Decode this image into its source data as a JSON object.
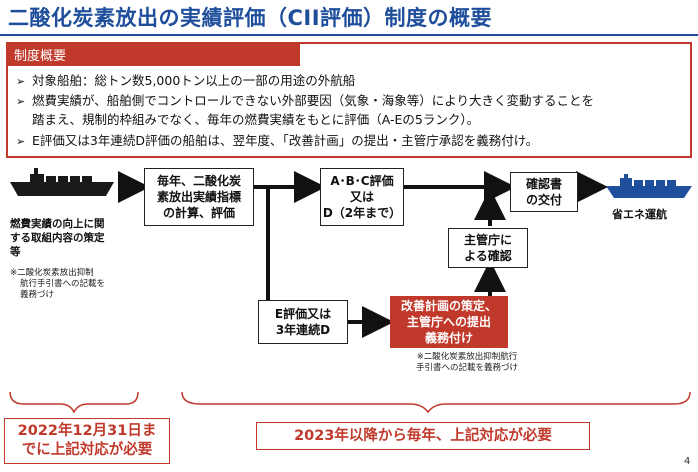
{
  "title": "二酸化炭素放出の実績評価（CII評価）制度の概要",
  "overview": {
    "heading": "制度概要",
    "bullets": [
      "対象船舶：総トン数5,000トン以上の一部の用途の外航船",
      "燃費実績が、船舶側でコントロールできない外部要因（気象・海象等）により大きく変動することを",
      "踏まえ、規制的枠組みでなく、毎年の燃費実績をもとに評価（A-Eの5ランク）。",
      "E評価又は3年連続D評価の船舶は、翌年度、「改善計画」の提出・主管庁承認を義務付け。"
    ]
  },
  "flow": {
    "left_label": [
      "燃費実績の向上に関",
      "する取組内容の策定",
      "等"
    ],
    "left_note": [
      "※二酸化炭素放出抑制",
      "航行手引書への記載を",
      "義務づけ"
    ],
    "calc_box": [
      "毎年、二酸化炭",
      "素放出実績指標",
      "の計算、評価"
    ],
    "abc_box": [
      "A･B･C評価",
      "又は",
      "D（2年まで）"
    ],
    "confirm_box": [
      "確認書",
      "の交付"
    ],
    "eco_label": "省エネ運航",
    "authority_box": [
      "主管庁に",
      "よる確認"
    ],
    "ed_box": [
      "E評価又は",
      "3年連続D"
    ],
    "plan_box": [
      "改善計画の策定、",
      "主管庁への提出",
      "義務付け"
    ],
    "plan_note": [
      "※二酸化炭素放出抑制航行",
      "手引書への記載を義務づけ"
    ]
  },
  "bottom": {
    "left": [
      "2022年12月31日ま",
      "でに上記対応が必要"
    ],
    "right": "2023年以降から毎年、上記対応が必要"
  },
  "page_number": "4",
  "colors": {
    "title": "#1f4e9c",
    "accent_red": "#c0392b",
    "ship_navy": "#1a1a1a",
    "ship_eco": "#1f4e9c"
  }
}
